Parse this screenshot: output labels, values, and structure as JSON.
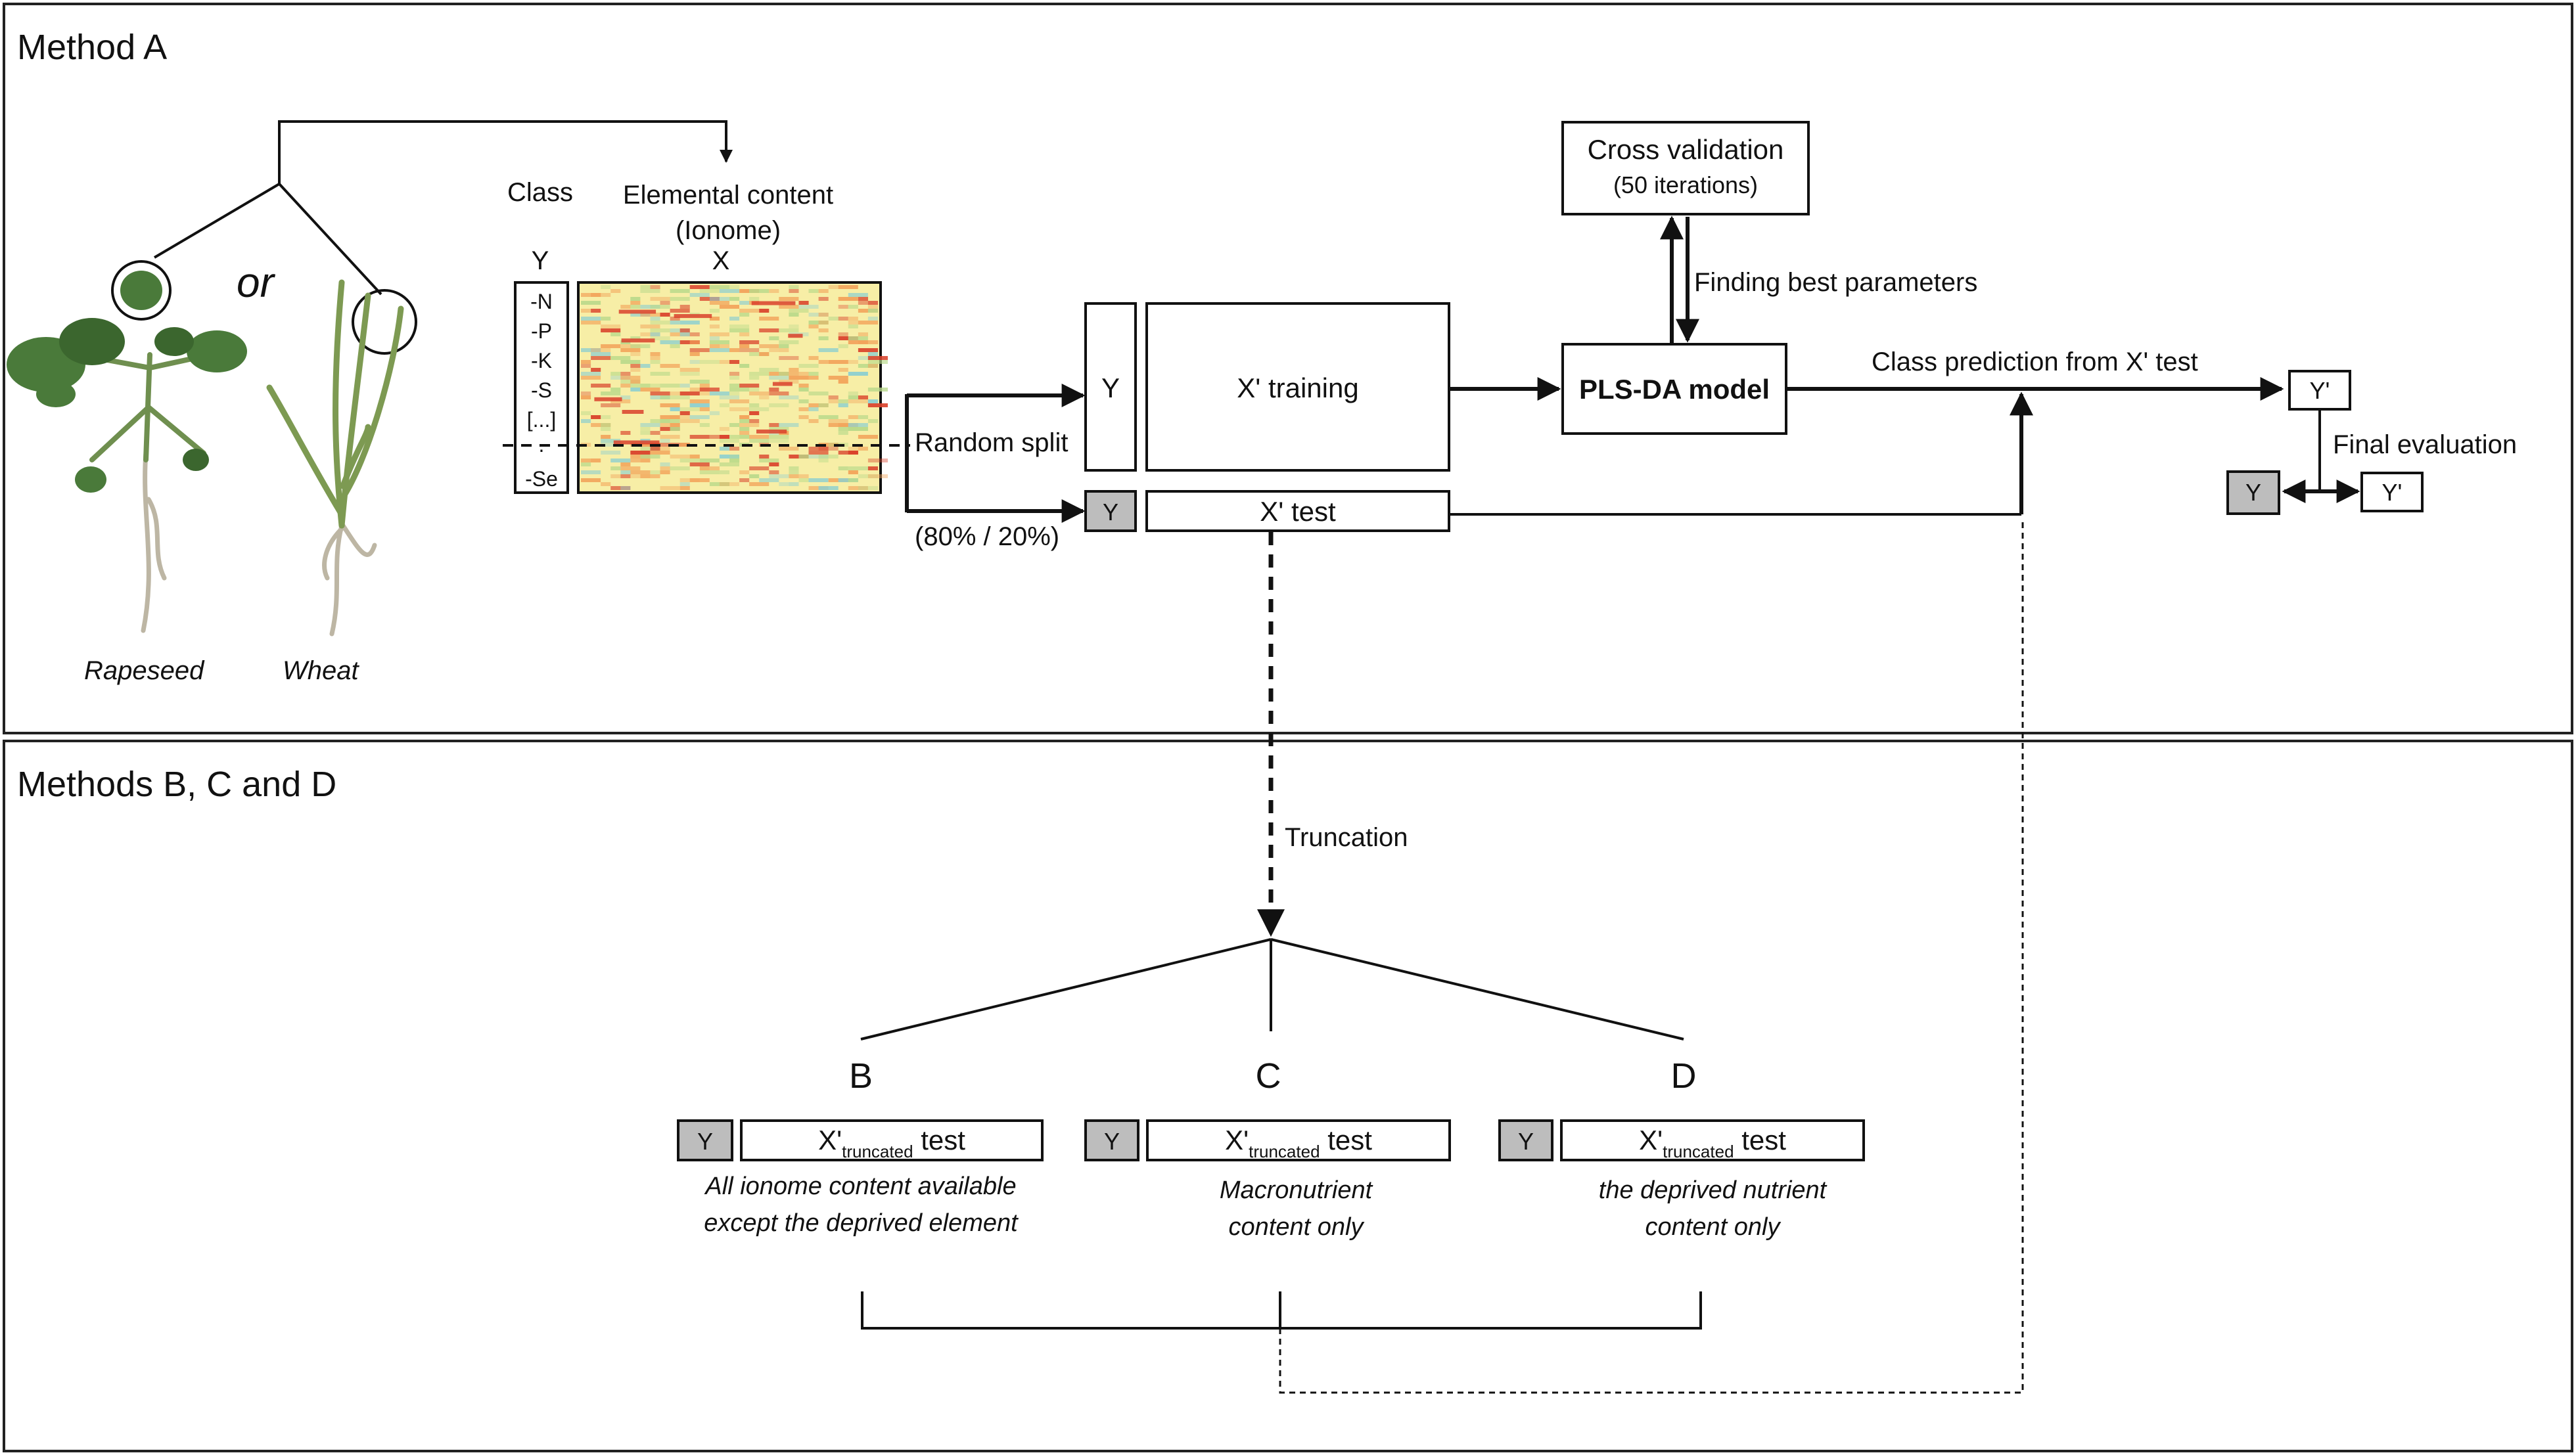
{
  "panels": {
    "top_title": "Method A",
    "bottom_title": "Methods B, C and D"
  },
  "plants": {
    "or_label": "or",
    "rapeseed_label": "Rapeseed",
    "wheat_label": "Wheat"
  },
  "matrix": {
    "class_header": "Class",
    "elemental_header_line1": "Elemental content",
    "elemental_header_line2": "(Ionome)",
    "y_label": "Y",
    "x_label": "X",
    "classes": [
      "-N",
      "-P",
      "-K",
      "-S",
      "[...]",
      "·",
      "-Se"
    ]
  },
  "split": {
    "random_split": "Random split",
    "ratio": "(80% / 20%)"
  },
  "training": {
    "y_label": "Y",
    "x_training": "X' training"
  },
  "test": {
    "y_label": "Y",
    "x_test": "X' test"
  },
  "cross_validation": {
    "line1": "Cross validation",
    "line2": "(50 iterations)",
    "finding_params": "Finding best parameters"
  },
  "model": {
    "label": "PLS-DA model",
    "prediction": "Class prediction from X' test"
  },
  "evaluation": {
    "y_prime_top": "Y'",
    "final_evaluation": "Final evaluation",
    "y_label": "Y",
    "y_prime_bottom": "Y'"
  },
  "truncation": {
    "label": "Truncation",
    "x_prefix": "X'",
    "subscript": "truncated",
    "suffix": " test",
    "y_label": "Y",
    "branches": [
      {
        "letter": "B",
        "desc_line1": "All ionome content available",
        "desc_line2": "except the deprived element"
      },
      {
        "letter": "C",
        "desc_line1": "Macronutrient",
        "desc_line2": "content only"
      },
      {
        "letter": "D",
        "desc_line1": "the deprived nutrient",
        "desc_line2": "content only"
      }
    ]
  },
  "colors": {
    "heatmap_base": "#f7eea6",
    "heatmap_orange": "#f2a35a",
    "heatmap_red": "#d9412b",
    "heatmap_green": "#b9d98a",
    "heatmap_blue": "#8ccfd0",
    "gray_box": "#bdbdbd"
  }
}
